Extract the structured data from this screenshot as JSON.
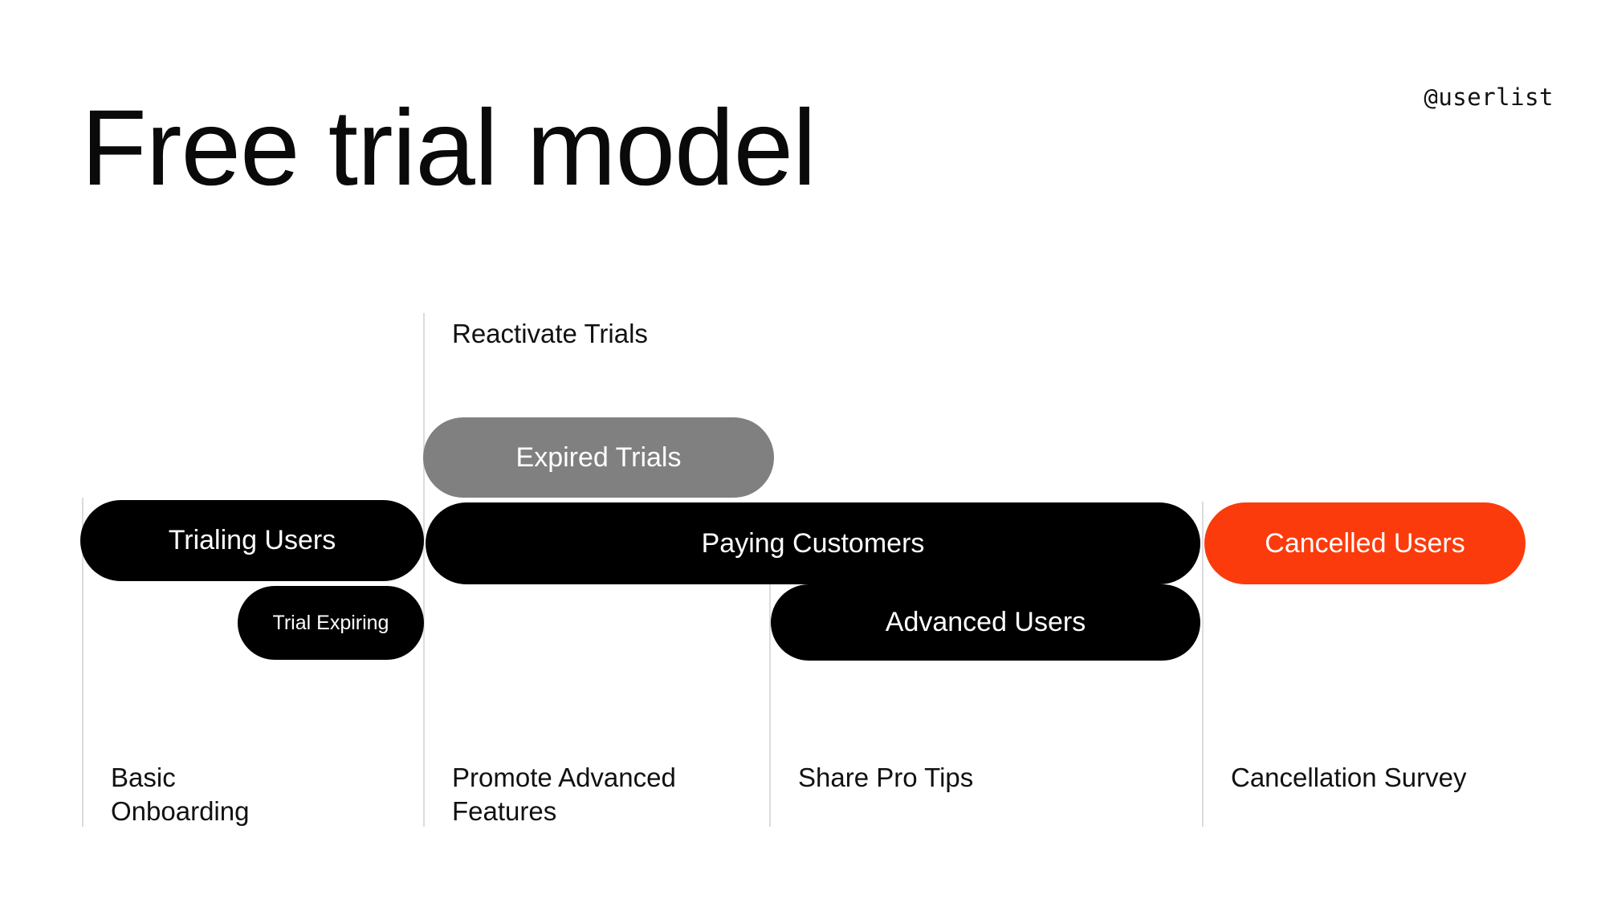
{
  "slide": {
    "title": "Free trial model",
    "brand_handle": "@userlist",
    "background_color": "#ffffff"
  },
  "colors": {
    "black": "#000000",
    "gray": "#808080",
    "orange": "#fb3b0c",
    "divider": "#dcdcdc",
    "text": "#111111",
    "pill_text": "#ffffff"
  },
  "diagram": {
    "type": "lifecycle-stage-bars",
    "top_notes": [
      {
        "label": "Reactivate Trials"
      }
    ],
    "segments": [
      {
        "label": "Expired Trials",
        "color": "#808080",
        "row": 1,
        "font_size": 34
      },
      {
        "label": "Trialing Users",
        "color": "#000000",
        "row": 2,
        "font_size": 34
      },
      {
        "label": "Paying Customers",
        "color": "#000000",
        "row": 2,
        "font_size": 34
      },
      {
        "label": "Cancelled Users",
        "color": "#fb3b0c",
        "row": 2,
        "font_size": 34
      },
      {
        "label": "Trial Expiring",
        "color": "#000000",
        "row": 3,
        "font_size": 25
      },
      {
        "label": "Advanced Users",
        "color": "#000000",
        "row": 3,
        "font_size": 34
      }
    ],
    "stage_notes": [
      {
        "line1": "Basic",
        "line2": "Onboarding"
      },
      {
        "line1": "Promote Advanced",
        "line2": "Features"
      },
      {
        "line1": "Share Pro Tips",
        "line2": ""
      },
      {
        "line1": "Cancellation Survey",
        "line2": ""
      }
    ]
  }
}
